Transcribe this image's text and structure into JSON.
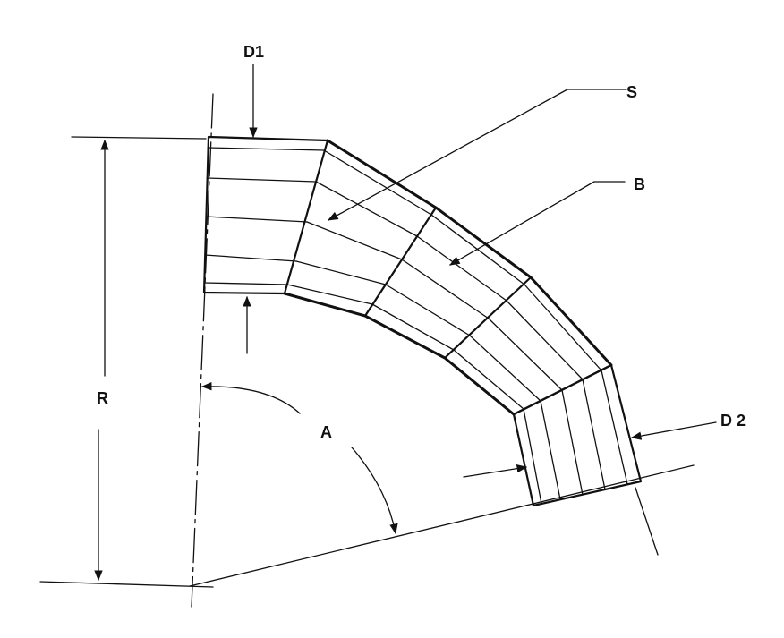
{
  "labels": {
    "d1": "D1",
    "d2": "D 2",
    "s": "S",
    "b": "B",
    "r": "R",
    "a": "A"
  },
  "style": {
    "ink": "#111111",
    "paper": "#ffffff"
  }
}
